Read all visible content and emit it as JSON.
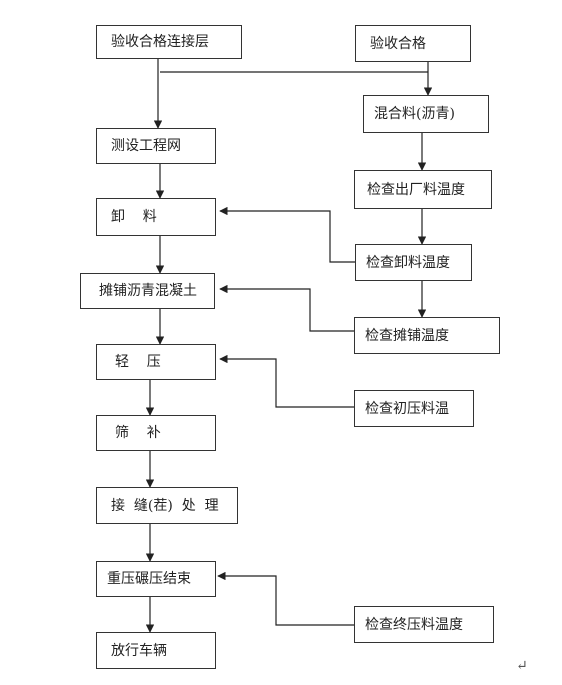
{
  "nodes": {
    "accept_connect": "验收合格连接层",
    "accept": "验收合格",
    "mix": "混合料(沥青)",
    "survey": "测设工程网",
    "check_out_temp": "检查出厂料温度",
    "unload": "卸    料",
    "check_unload_temp": "检查卸料温度",
    "pave": "摊铺沥青混凝土",
    "check_pave_temp": "检查摊铺温度",
    "light_press": "轻    压",
    "check_init_temp": "检查初压料温",
    "sieve": "筛    补",
    "joint": "接  缝(茬)  处  理",
    "heavy_roll": "重压碾压结束",
    "check_final_temp": "检查终压料温度",
    "open_traffic": "放行车辆"
  },
  "return_mark": "↵"
}
